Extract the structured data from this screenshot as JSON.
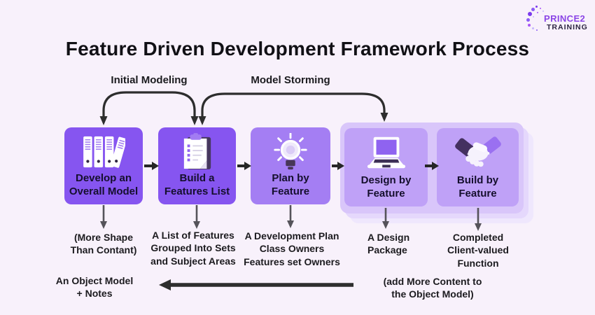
{
  "page": {
    "background": "#f8f1fb"
  },
  "logo": {
    "line1": "PRINCE2",
    "line2": "TRAINING",
    "brand_color": "#8b45e6",
    "secondary_color": "#2c2440"
  },
  "title": "Feature Driven Development Framework Process",
  "loop_labels": {
    "initial_modeling": "Initial Modeling",
    "model_storming": "Model Storming"
  },
  "boxes": [
    {
      "label": "Develop an\nOverall Model",
      "icon": "binders-icon",
      "color": "#8655f0",
      "description": "(More Shape\nThan Contant)"
    },
    {
      "label": "Build a\nFeatures List",
      "icon": "clipboard-checklist-icon",
      "color": "#8655f0",
      "description": "A List of Features\nGrouped Into Sets\nand Subject Areas"
    },
    {
      "label": "Plan by\nFeature",
      "icon": "lightbulb-icon",
      "color": "#a47ef3",
      "description": "A Development Plan\nClass Owners\nFeatures set Owners"
    },
    {
      "label": "Design by\nFeature",
      "icon": "laptop-icon",
      "color": "#bfa1f7",
      "description": "A Design\nPackage"
    },
    {
      "label": "Build by\nFeature",
      "icon": "handshake-icon",
      "color": "#bfa1f7",
      "description": "Completed\nClient-valued\nFunction"
    }
  ],
  "footer": {
    "left_note": "An Object Model\n+ Notes",
    "right_note": "(add More Content to\nthe Object Model)"
  }
}
